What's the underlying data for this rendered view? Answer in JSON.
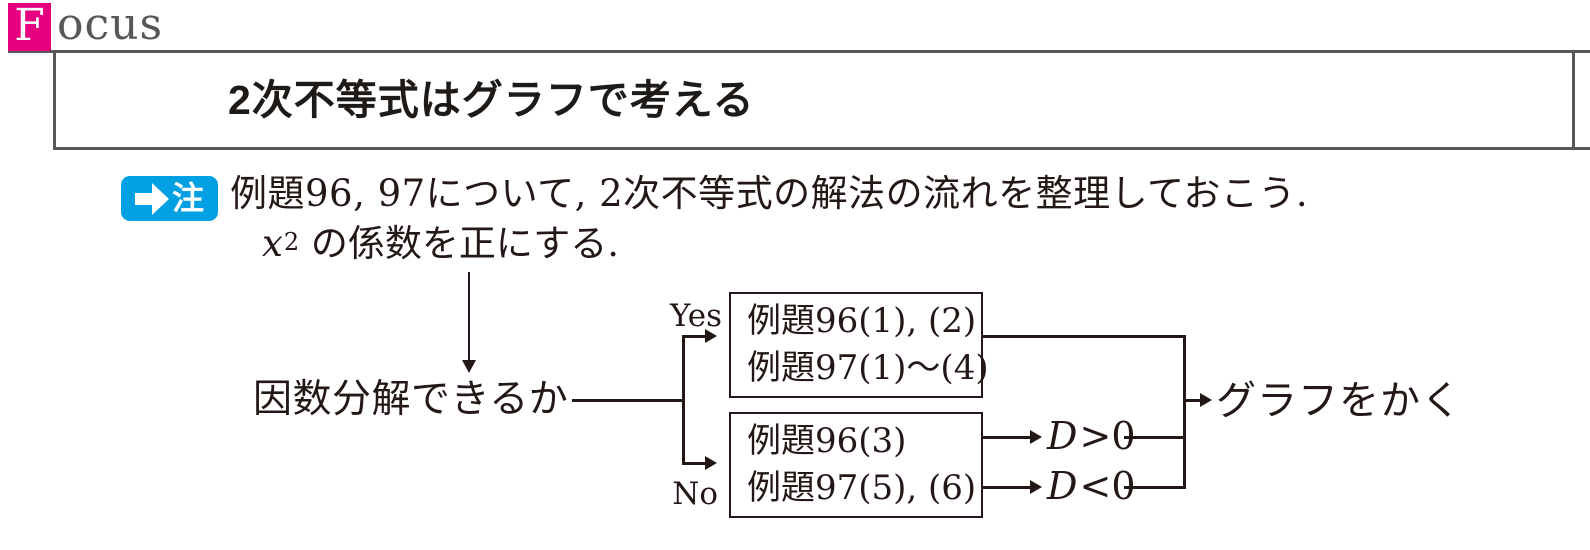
{
  "colors": {
    "accent_pink": "#e4007f",
    "accent_blue": "#00a0e2",
    "border_gray": "#595757",
    "ink": "#231815"
  },
  "header": {
    "brand_initial": "F",
    "brand_rest": "ocus",
    "title": "2次不等式はグラフで考える"
  },
  "note": {
    "badge": {
      "label": "注",
      "icon": "right-arrow"
    },
    "line1": "例題96, 97について, 2次不等式の解法の流れを整理しておこう.",
    "formula": {
      "var": "x",
      "sup": "2",
      "rest": " の係数を正にする."
    }
  },
  "flowchart": {
    "root": "因数分解できるか",
    "branch_yes": {
      "label": "Yes",
      "box": [
        "例題96(1), (2)",
        "例題97(1)〜(4)"
      ]
    },
    "branch_no": {
      "label": "No",
      "box": [
        "例題96(3)",
        "例題97(5), (6)"
      ],
      "cases": [
        {
          "var": "D",
          "rel": ">",
          "val": "0"
        },
        {
          "var": "D",
          "rel": "<",
          "val": "0"
        }
      ]
    },
    "result": "グラフをかく"
  }
}
